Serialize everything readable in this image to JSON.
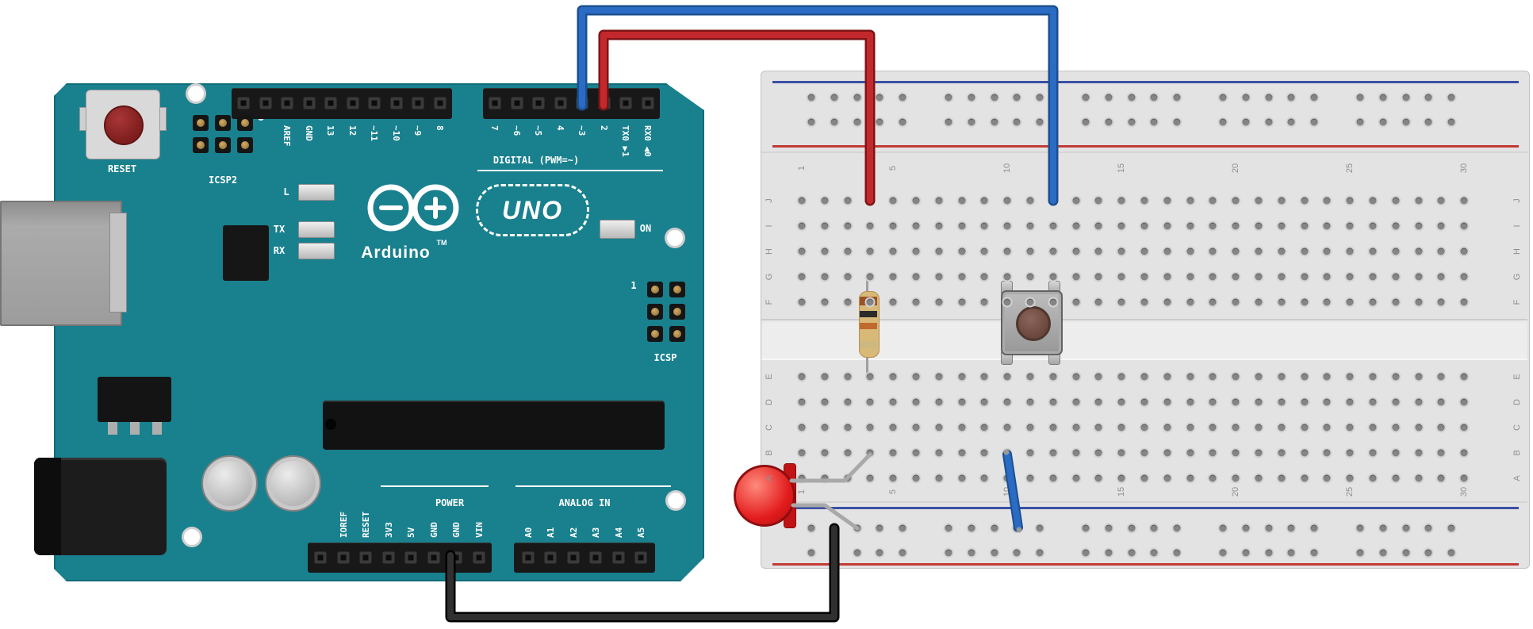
{
  "colors": {
    "board_teal": "#19808E",
    "breadboard": "#E3E3E3",
    "rail_blue": "#3A4FA5",
    "rail_red": "#C23B35",
    "wire_red": "#C3292C",
    "wire_blue": "#2A6BC4",
    "wire_black": "#2F2F2F",
    "led_red": "#E21B1C",
    "resistor_body": "#D9B977"
  },
  "arduino": {
    "reset_label": "RESET",
    "icsp2_label": "ICSP2",
    "icsp_label": "ICSP",
    "icsp_pin1": "1",
    "digital_caption": "DIGITAL (PWM=~)",
    "led_l": "L",
    "led_tx": "TX",
    "led_rx": "RX",
    "led_on": "ON",
    "brand": "Arduino",
    "trademark": "TM",
    "model": "UNO",
    "power_caption": "POWER",
    "analog_caption": "ANALOG IN",
    "digital_pins_left": [
      "",
      "",
      "AREF",
      "GND",
      "13",
      "12",
      "~11",
      "~10",
      "~9",
      "8"
    ],
    "digital_pins_right": [
      "7",
      "~6",
      "~5",
      "4",
      "~3",
      "2",
      "TX0 ▶1",
      "RX0 ◀0"
    ],
    "power_pins": [
      "",
      "IOREF",
      "RESET",
      "3V3",
      "5V",
      "GND",
      "GND",
      "VIN"
    ],
    "analog_pins": [
      "A0",
      "A1",
      "A2",
      "A3",
      "A4",
      "A5"
    ]
  },
  "breadboard": {
    "column_numbers": [
      "1",
      "5",
      "10",
      "15",
      "20",
      "25",
      "30"
    ],
    "row_letters_top": [
      "J",
      "I",
      "H",
      "G",
      "F"
    ],
    "row_letters_bottom": [
      "E",
      "D",
      "C",
      "B",
      "A"
    ],
    "columns": 30,
    "rail_hole_pairs": 25
  },
  "components": {
    "board": "arduino-uno",
    "breadboard": "breadboard",
    "pushbutton": "pushbutton",
    "led": "red-led",
    "resistor": "resistor",
    "resistor_band_colors": [
      "#995226",
      "#2B2B2B",
      "#C06A2D",
      "#CDB97F"
    ],
    "jumper_wire_colors": [
      "#C3292C",
      "#2A6BC4",
      "#2F2F2F"
    ]
  }
}
